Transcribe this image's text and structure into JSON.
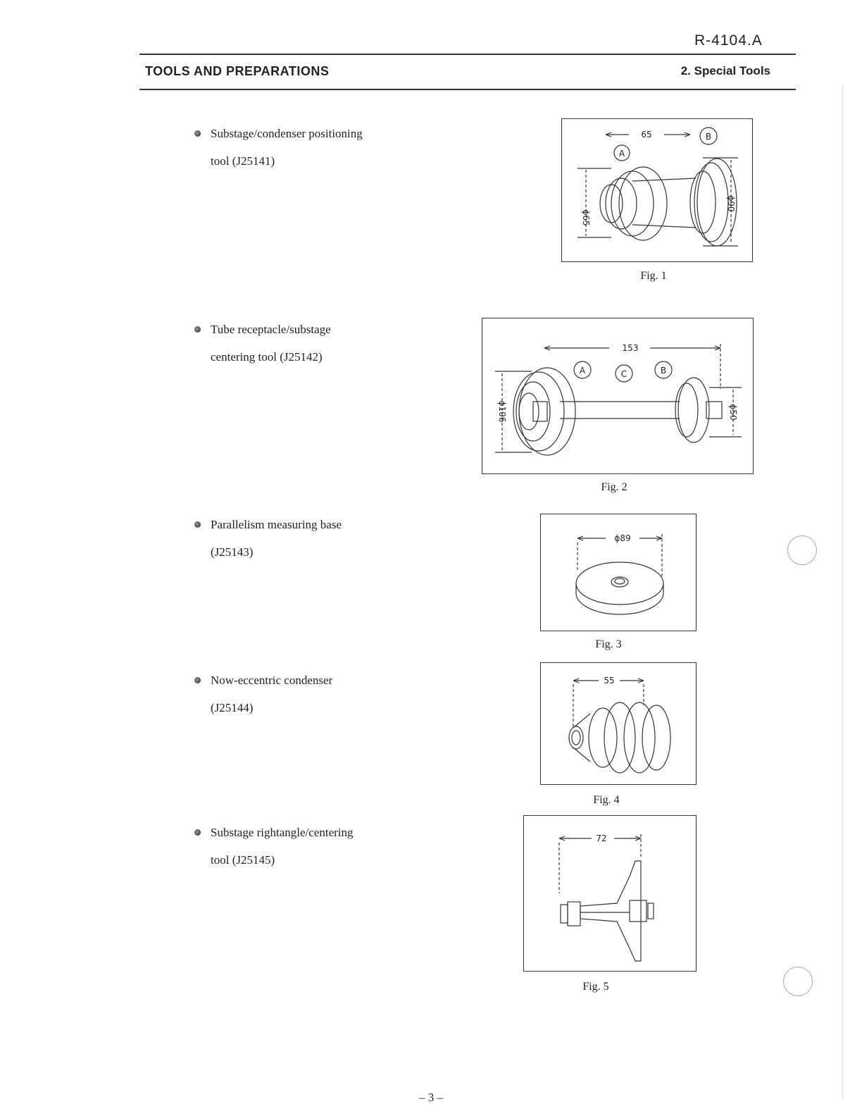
{
  "header": {
    "doc_code": "R-4104.A",
    "section_title": "TOOLS AND PREPARATIONS",
    "section_sub": "2. Special Tools"
  },
  "items": [
    {
      "line1": "Substage/condenser positioning",
      "line2": "tool (J25141)"
    },
    {
      "line1": "Tube receptacle/substage",
      "line2": "centering tool (J25142)"
    },
    {
      "line1": "Parallelism measuring base",
      "line2": "(J25143)"
    },
    {
      "line1": "Now-eccentric condenser",
      "line2": "(J25144)"
    },
    {
      "line1": "Substage rightangle/centering",
      "line2": "tool (J25145)"
    }
  ],
  "figures": [
    {
      "caption": "Fig. 1",
      "dims": [
        "65",
        "ϕ65",
        "ϕ90"
      ],
      "labels": [
        "A",
        "B"
      ]
    },
    {
      "caption": "Fig. 2",
      "dims": [
        "153",
        "ϕ106",
        "ϕ50"
      ],
      "labels": [
        "A",
        "C",
        "B"
      ]
    },
    {
      "caption": "Fig. 3",
      "dims": [
        "ϕ89"
      ]
    },
    {
      "caption": "Fig. 4",
      "dims": [
        "55"
      ]
    },
    {
      "caption": "Fig. 5",
      "dims": [
        "72"
      ]
    }
  ],
  "footer": {
    "page_number": "– 3 –"
  }
}
